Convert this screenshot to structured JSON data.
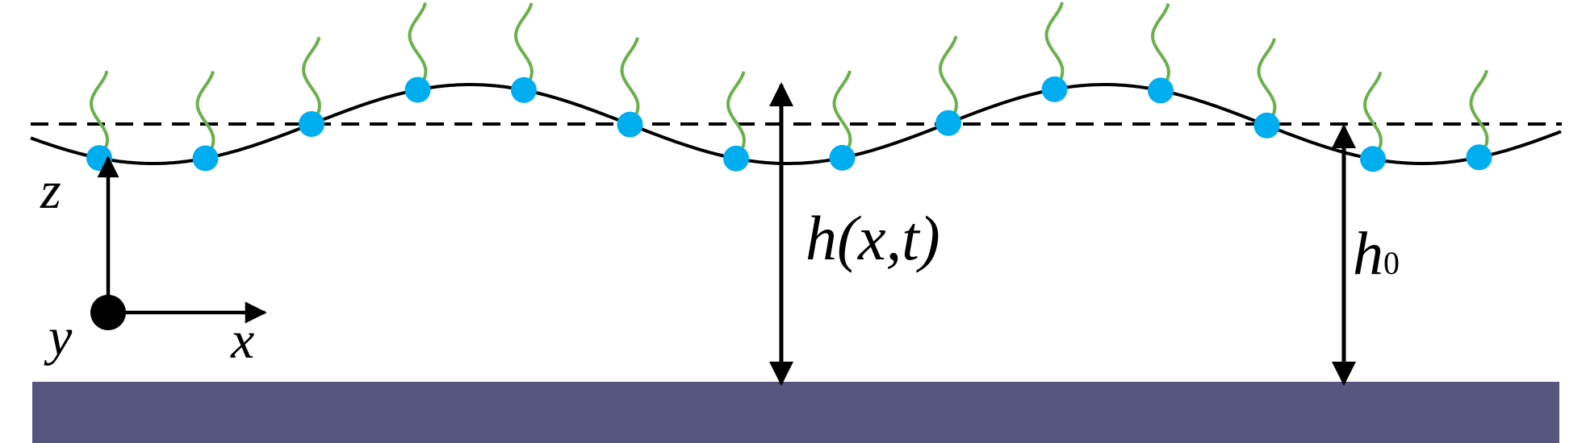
{
  "labels": {
    "height_symbol": "h",
    "height_args": "(x,t)",
    "h0_symbol": "h",
    "h0_subscript": "0",
    "axis_z": "z",
    "axis_x": "x",
    "axis_y": "y"
  },
  "colors": {
    "substrate": "#55557d",
    "surfactant_head": "#00aeef",
    "surfactant_tail": "#6ab04c",
    "interface": "#000000",
    "reference_line": "#000000"
  },
  "surfactant_count": 14
}
